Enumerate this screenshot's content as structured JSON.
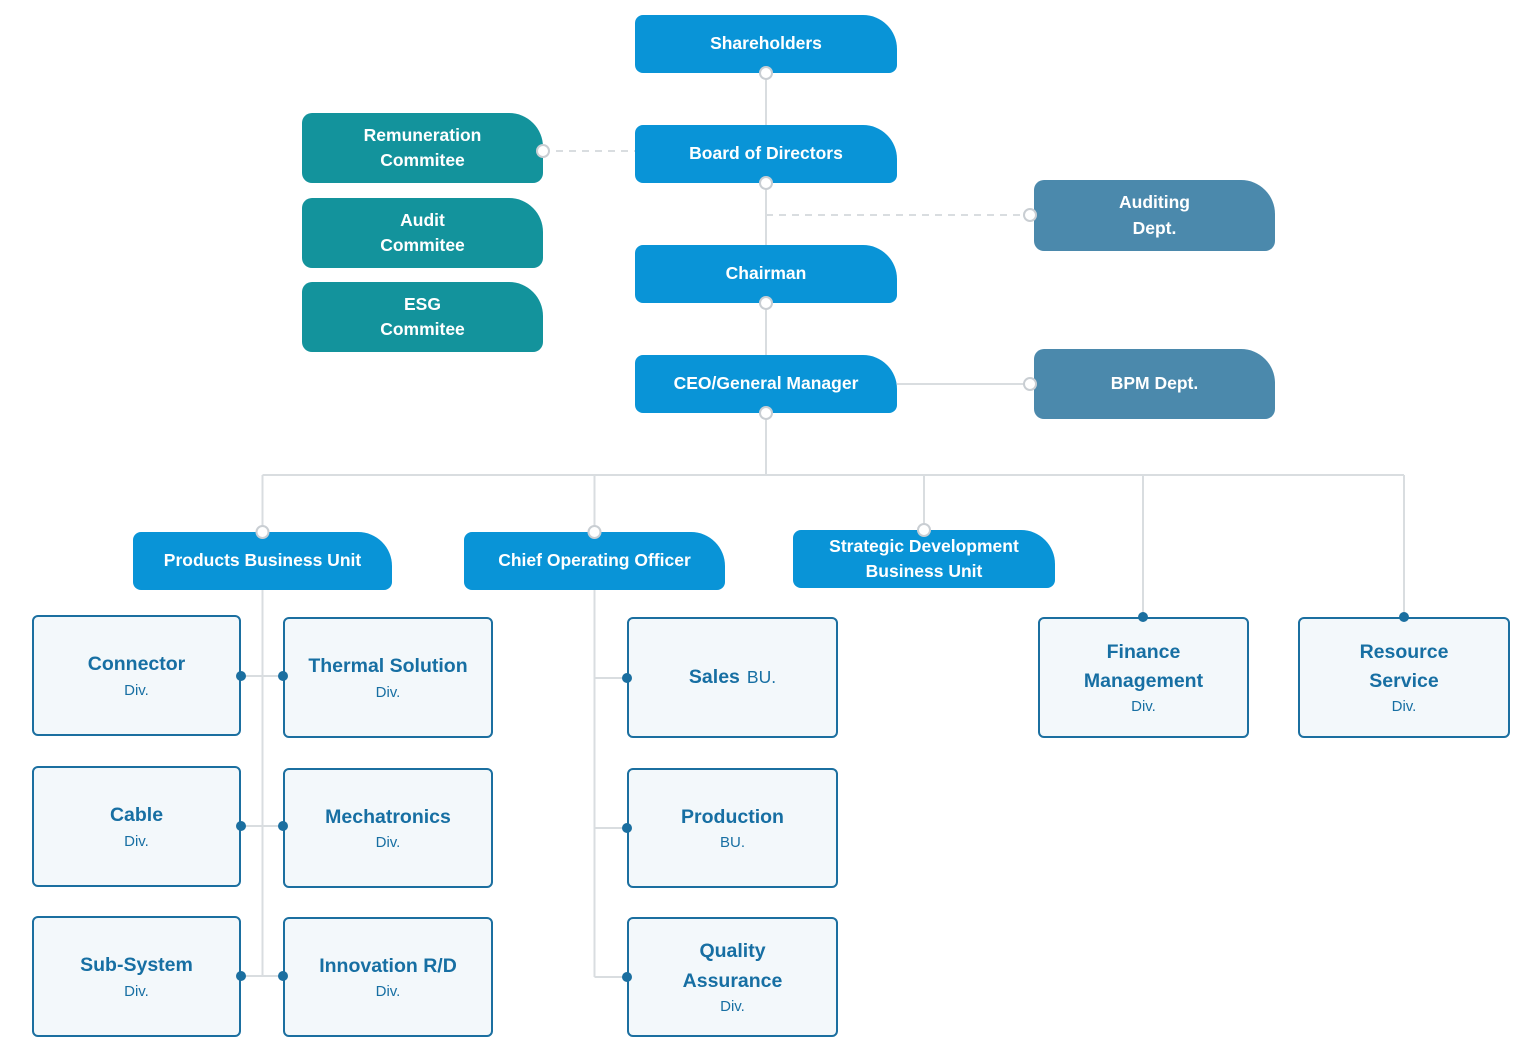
{
  "palette": {
    "blue": "#0994d7",
    "teal": "#13939c",
    "steel": "#4b89ac",
    "line_gray": "#d9dde0",
    "dot_ring": "#c9ced3",
    "node_border": "#1b6fa0",
    "node_text": "#176fa3",
    "node_bg": "#f3f8fb"
  },
  "org": {
    "shareholders": "Shareholders",
    "board_of_directors": "Board of Directors",
    "chairman": "Chairman",
    "ceo": "CEO/General Manager",
    "remuneration_committee": "Remuneration\nCommitee",
    "audit_committee": "Audit\nCommitee",
    "esg_committee": "ESG\nCommitee",
    "auditing_dept": "Auditing\nDept.",
    "bpm_dept": "BPM Dept.",
    "products_bu": "Products Business Unit",
    "coo": "Chief Operating Officer",
    "strategic_bu": "Strategic Development\nBusiness Unit",
    "divisions": {
      "connector": {
        "title": "Connector",
        "suffix": "Div."
      },
      "thermal": {
        "title": "Thermal Solution",
        "suffix": "Div."
      },
      "cable": {
        "title": "Cable",
        "suffix": "Div."
      },
      "mechatronics": {
        "title": "Mechatronics",
        "suffix": "Div."
      },
      "subsystem": {
        "title": "Sub-System",
        "suffix": "Div."
      },
      "innovation": {
        "title": "Innovation R/D",
        "suffix": "Div."
      },
      "sales": {
        "title": "Sales",
        "suffix": "BU."
      },
      "production": {
        "title": "Production",
        "suffix": "BU."
      },
      "quality": {
        "title": "Quality\nAssurance",
        "suffix": "Div."
      },
      "finance": {
        "title": "Finance\nManagement",
        "suffix": "Div."
      },
      "resource": {
        "title": "Resource\nService",
        "suffix": "Div."
      }
    }
  }
}
